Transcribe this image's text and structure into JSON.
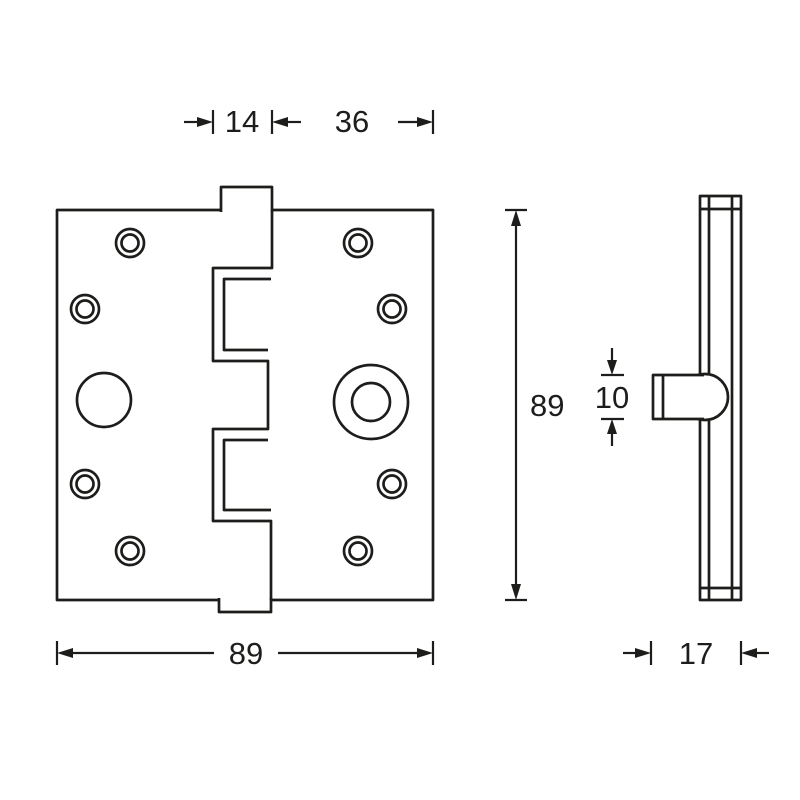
{
  "dimensions": {
    "knuckle_width": "14",
    "leaf_width": "36",
    "height": "89",
    "width": "89",
    "pin_height": "10",
    "depth": "17"
  },
  "colors": {
    "line": "#1d1d1b",
    "background": "#ffffff"
  }
}
